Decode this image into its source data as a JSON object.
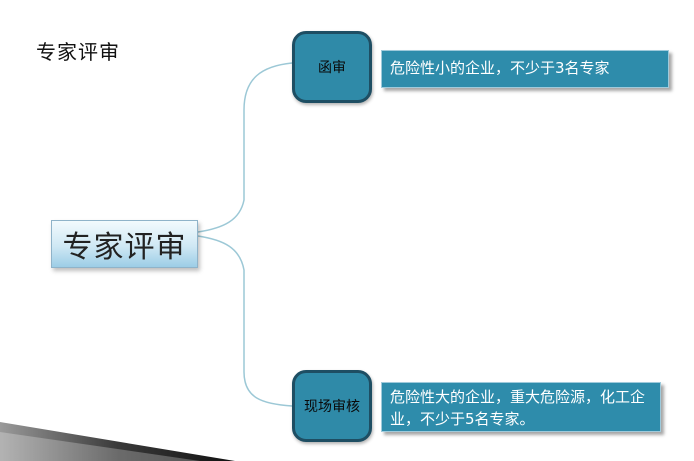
{
  "slide": {
    "title": "专家评审"
  },
  "diagram": {
    "root": {
      "label": "专家评审"
    },
    "branches": [
      {
        "label": "函审",
        "detail": "危险性小的企业，不少于3名专家"
      },
      {
        "label": "现场审核",
        "detail": "危险性大的企业，重大危险源，化工企业，不少于5名专家。"
      }
    ],
    "colors": {
      "branch_fill": "#2f8aa8",
      "branch_border": "#1e4e63",
      "detail_fill": "#2e8cab",
      "root_fill": "#cfe8f4",
      "connector": "#9cc8d6"
    }
  }
}
